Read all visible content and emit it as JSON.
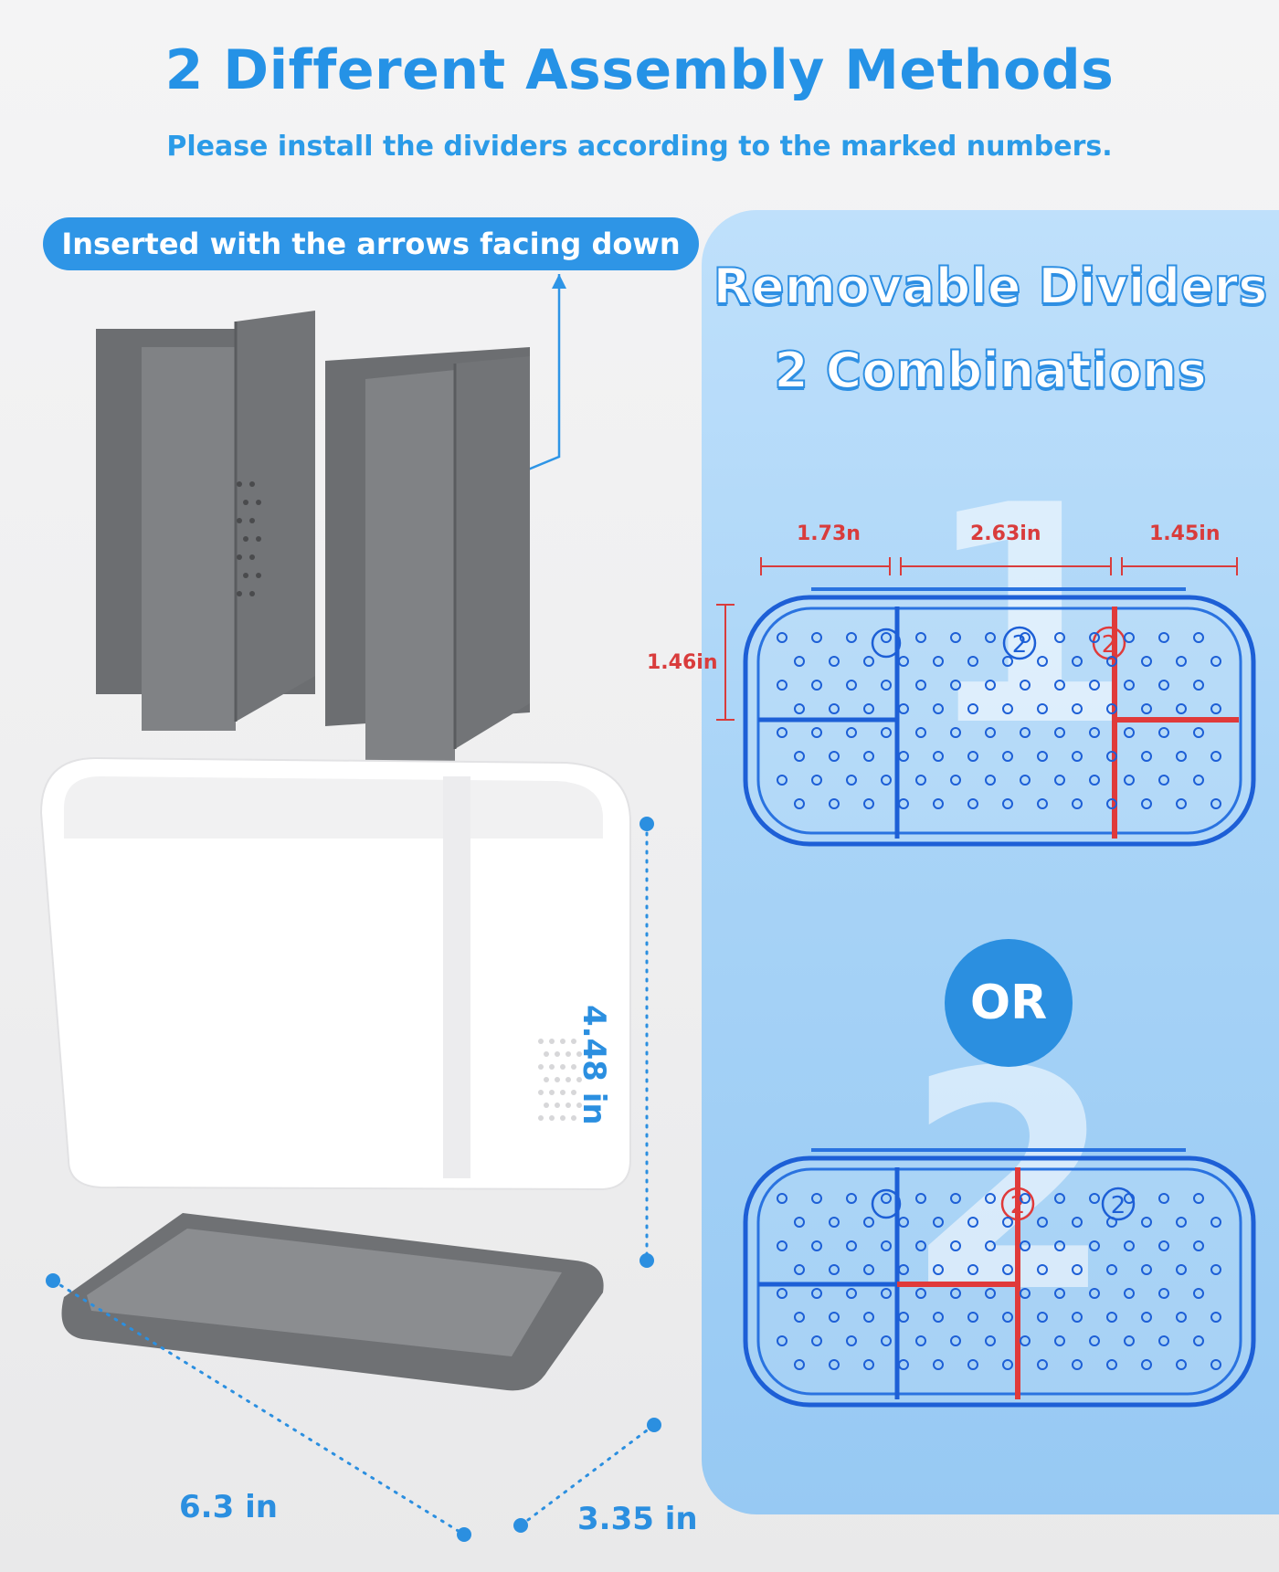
{
  "header": {
    "title": "2 Different Assembly Methods",
    "subtitle": "Please install the dividers according to the marked numbers."
  },
  "callout": {
    "label": "Inserted with the arrows facing down"
  },
  "panel": {
    "title_line1": "Removable Dividers",
    "title_line2": "2 Combinations",
    "option1_number": "1",
    "option2_number": "2",
    "or_label": "OR",
    "dims": {
      "left_width": "1.73n",
      "middle_width": "2.63in",
      "right_width": "1.45in",
      "height": "1.46in"
    },
    "slot_marker": "2"
  },
  "product": {
    "height_label": "4.48 in",
    "length_label": "6.3 in",
    "width_label": "3.35 in"
  },
  "colors": {
    "accent": "#2592e6",
    "divider_red": "#e03a3a",
    "tray_blue": "#1d5fd6",
    "panel_bg": "#a9d4f7",
    "gray_part": "#707275"
  }
}
